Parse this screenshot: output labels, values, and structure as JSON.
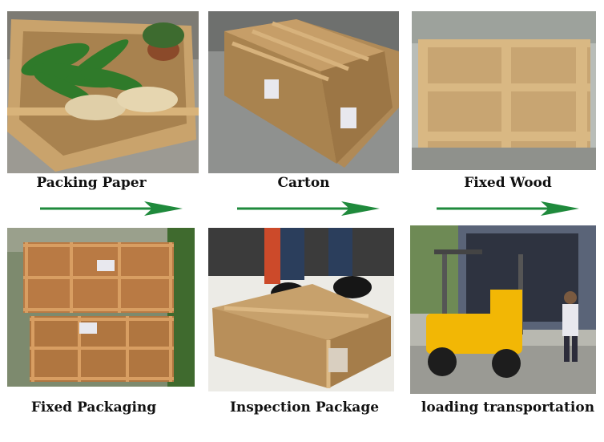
{
  "steps": [
    {
      "label": "Packing Paper",
      "icon": "packing-paper-photo"
    },
    {
      "label": "Carton",
      "icon": "carton-photo"
    },
    {
      "label": "Fixed Wood",
      "icon": "fixed-wood-photo"
    },
    {
      "label": "Fixed Packaging",
      "icon": "fixed-packaging-photo"
    },
    {
      "label": "Inspection Package",
      "icon": "inspection-package-photo"
    },
    {
      "label": "loading transportation",
      "icon": "loading-transportation-photo"
    }
  ],
  "colors": {
    "arrow": "#1f8a3c",
    "cardboard": "#b8935f",
    "wood": "#c79a63",
    "forklift": "#f2b705"
  }
}
